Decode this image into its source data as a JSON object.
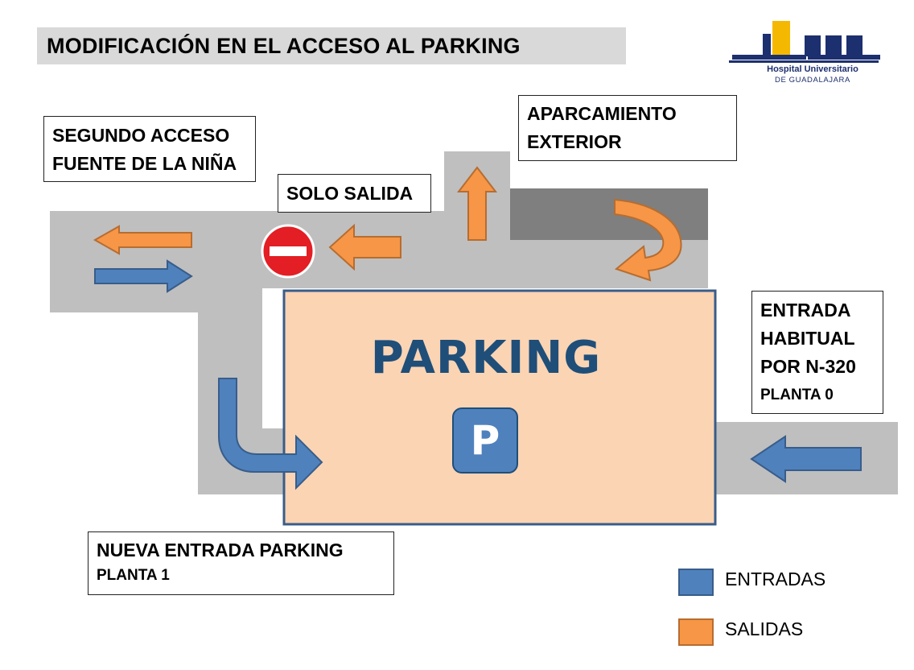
{
  "title": "MODIFICACIÓN EN EL ACCESO AL PARKING",
  "logo": {
    "line1": "Hospital Universitario",
    "line2": "DE GUADALAJARA"
  },
  "labels": {
    "segundo_acceso": [
      "SEGUNDO ACCESO",
      "FUENTE DE LA NIÑA"
    ],
    "solo_salida": "SOLO SALIDA",
    "aparcamiento": [
      "APARCAMIENTO",
      "EXTERIOR"
    ],
    "entrada_habitual": [
      "ENTRADA",
      "HABITUAL",
      "POR N-320",
      "PLANTA 0"
    ],
    "nueva_entrada": [
      "NUEVA ENTRADA PARKING",
      "PLANTA 1"
    ]
  },
  "parking": {
    "word": "PARKING",
    "sign": "P"
  },
  "legend": [
    {
      "label": "ENTRADAS",
      "color": "#4f81bd",
      "border": "#385d8a"
    },
    {
      "label": "SALIDAS",
      "color": "#f79646",
      "border": "#b66d31"
    }
  ],
  "colors": {
    "road": "#bfbfbf",
    "road_dark": "#7f7f7f",
    "parking_fill": "#fbd4b4",
    "parking_border": "#385d8a",
    "entrada_arrow": "#4f81bd",
    "salida_arrow": "#f79646",
    "no_entry": "#e31e24"
  }
}
